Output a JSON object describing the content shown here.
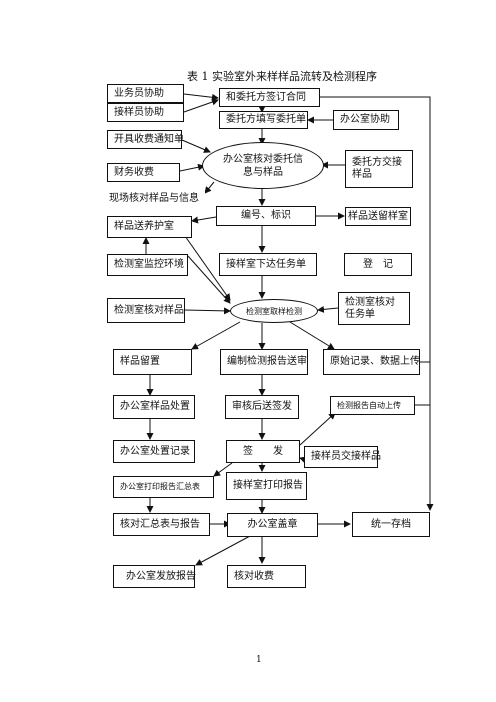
{
  "title": "表 1       实验室外来样样品流转及检测程序",
  "page_number": "1",
  "nodes": {
    "yewuyuan": "业务员协助",
    "jieyangyuan": "接样员协助",
    "hetong": "和委托方签订合同",
    "weituodan": "委托方填写委托单",
    "bangongshi_xiezhu": "办公室协助",
    "kaiju": "开具收费通知单",
    "caiwu": "财务收费",
    "hedui_xinxi": "办公室核对委托信息与样品",
    "jiaojie": "委托方交接样品",
    "xianchang": "现场核对样品与信息",
    "huyang": "样品送养护室",
    "biaoshi": "编号、标识",
    "liuyang": "样品送留样室",
    "jiankong": "检测室监控环境",
    "xiada": "接样室下达任务单",
    "dengji": "登　记",
    "hedui_yangpin": "检测室核对样品",
    "quyang": "检测室取样检测",
    "hedui_renwu": "检测室核对任务单",
    "liucun": "样品留置",
    "bianzhi": "编制检测报告送审",
    "yuanshi": "原始记录、数据上传",
    "chuzhi": "办公室样品处置",
    "qianfa_shen": "审核后送签发",
    "zidong": "检测报告自动上传",
    "chuzhi_jilu": "办公室处置记录",
    "qianfa": "签　　发",
    "jieyang_jiaojie": "接样员交接样品",
    "dayin_huizong": "办公室打印报告汇总表",
    "dayin_baogao": "接样室打印报告",
    "hedui_huizong": "核对汇总表与报告",
    "gaizhang": "办公室盖章",
    "cundang": "统一存档",
    "fafang": "办公室发放报告",
    "shoufei": "核对收费"
  }
}
